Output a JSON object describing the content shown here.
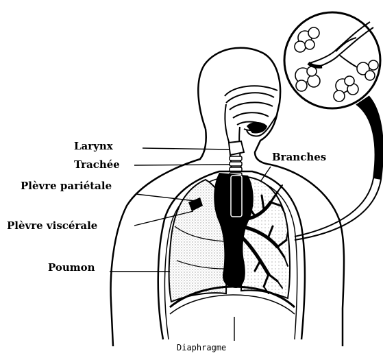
{
  "labels": {
    "larynx": "Larynx",
    "trachea": "Trachée",
    "parietal_pleura": "Plèvre pariétale",
    "visceral_pleura": "Plèvre viscérale",
    "lung": "Poumon",
    "branches": "Branches",
    "diaphragm": "Diaphragme"
  },
  "colors": {
    "ink": "#000000",
    "paper": "#ffffff",
    "stipple": "#bdbdbd"
  }
}
